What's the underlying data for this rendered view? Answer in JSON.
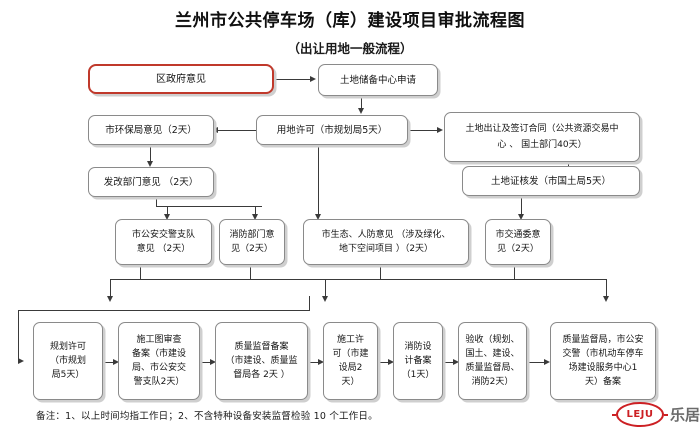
{
  "header": {
    "title": "兰州市公共停车场（库）建设项目审批流程图",
    "subtitle": "（出让用地一般流程）"
  },
  "flowchart": {
    "type": "flowchart",
    "orientation": "top-down",
    "nodes": [
      {
        "id": "n1",
        "label": "区政府意见",
        "highlight_color": "#c0392b",
        "row": 1
      },
      {
        "id": "n2",
        "label": "土地储备中心申请",
        "row": 1
      },
      {
        "id": "n3",
        "label": "市环保局意见（2天）",
        "row": 2
      },
      {
        "id": "n4",
        "label": "用地许可（市规划局5天）",
        "row": 2
      },
      {
        "id": "n5",
        "label": "土地出让及签订合同（公共资源交易中\n心 、 国土部门40天）",
        "row": 2
      },
      {
        "id": "n6",
        "label": "发改部门意见 （2天）",
        "row": 3
      },
      {
        "id": "n7",
        "label": "土地证核发（市国土局5天）",
        "row": 3
      },
      {
        "id": "n8",
        "label": "市公安交警支队\n意见 （2天）",
        "row": 4
      },
      {
        "id": "n9",
        "label": "消防部门意\n见（2天）",
        "row": 4
      },
      {
        "id": "n10",
        "label": "市生态、人防意见 （涉及绿化、\n地下空间项目 ）（2天）",
        "row": 4
      },
      {
        "id": "n11",
        "label": "市交通委意\n见（2天）",
        "row": 4
      },
      {
        "id": "n12",
        "label": "规划许可\n（市规划\n局5天）",
        "row": 5
      },
      {
        "id": "n13",
        "label": "施工图审查\n备案（市建设\n局、市公安交\n警支队2天）",
        "row": 5
      },
      {
        "id": "n14",
        "label": "质量监督备案\n（市建设、质量监\n督局各 2天 ）",
        "row": 5
      },
      {
        "id": "n15",
        "label": "施工许\n可（市建\n设局2\n天）",
        "row": 5
      },
      {
        "id": "n16",
        "label": "消防设\n计备案\n（1天）",
        "row": 5
      },
      {
        "id": "n17",
        "label": "验收（规划、\n国土、建设、\n质量监督局、\n消防2天）",
        "row": 5
      },
      {
        "id": "n18",
        "label": "质量监督局，市公安\n交警（市机动车停车\n场建设服务中心1\n天）备案",
        "row": 5
      }
    ],
    "edges": [
      {
        "from": "n1",
        "to": "n2",
        "direction": "right"
      },
      {
        "from": "n2",
        "to": "n4",
        "direction": "down"
      },
      {
        "from": "n4",
        "to": "n3",
        "direction": "left"
      },
      {
        "from": "n4",
        "to": "n5",
        "direction": "right"
      },
      {
        "from": "n3",
        "to": "n6",
        "direction": "down"
      },
      {
        "from": "n5",
        "to": "n7",
        "direction": "down"
      },
      {
        "from": "n6",
        "to": "n8",
        "direction": "down"
      },
      {
        "from": "n6",
        "to": "n9",
        "direction": "down"
      },
      {
        "from": "n4",
        "to": "n10",
        "direction": "down"
      },
      {
        "from": "n7",
        "to": "n11",
        "direction": "down"
      },
      {
        "from": "n8",
        "to": "n12",
        "direction": "down"
      },
      {
        "from": "n12",
        "to": "n13",
        "direction": "right"
      },
      {
        "from": "n13",
        "to": "n14",
        "direction": "right"
      },
      {
        "from": "n14",
        "to": "n15",
        "direction": "right"
      },
      {
        "from": "n15",
        "to": "n16",
        "direction": "right"
      },
      {
        "from": "n16",
        "to": "n17",
        "direction": "right"
      },
      {
        "from": "n17",
        "to": "n18",
        "direction": "right"
      }
    ]
  },
  "footer": {
    "note": "备注：1、以上时间均指工作日；2、不含特种设备安装监督检验 10 个工作日。"
  },
  "watermark": {
    "logo_text": "LEJU",
    "brand": "乐居",
    "logo_color": "#cc1f23"
  }
}
